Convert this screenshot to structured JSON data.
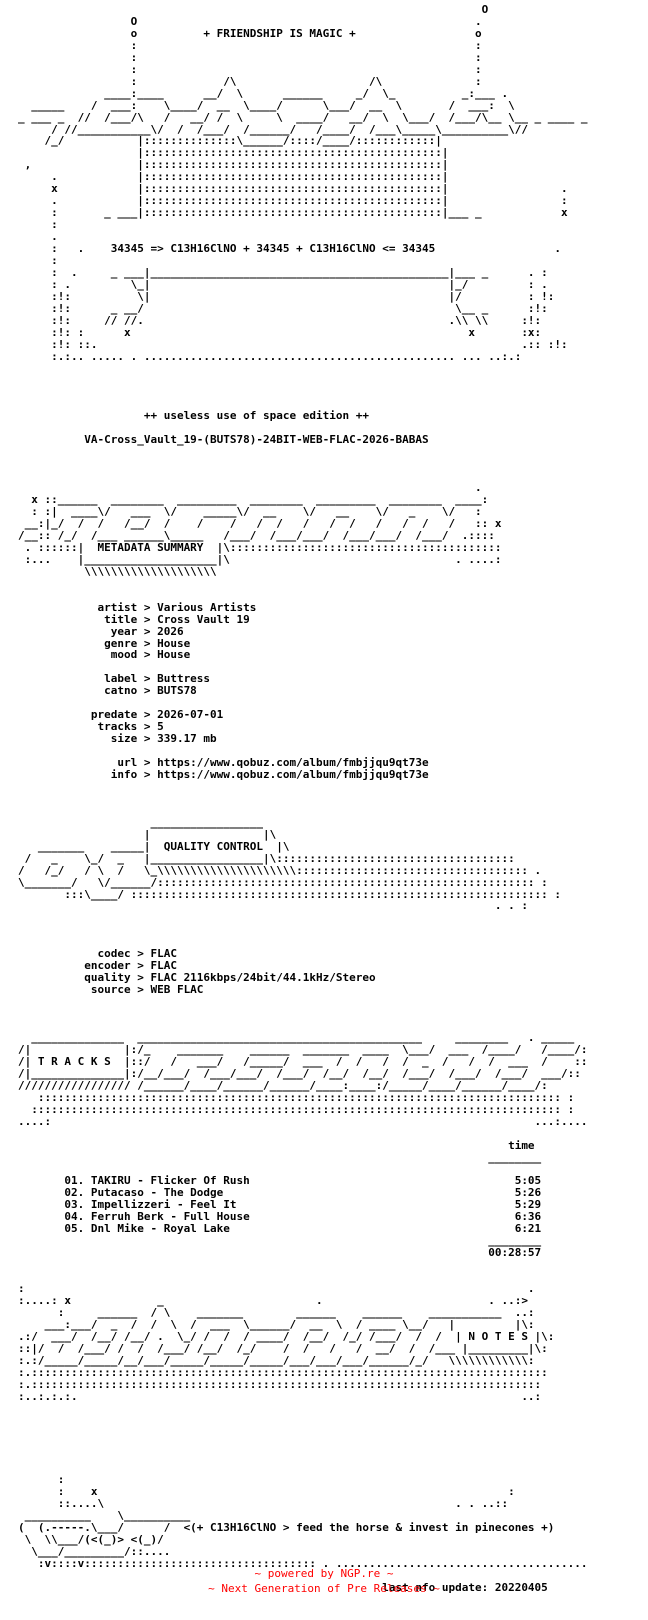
{
  "nfo": {
    "lines": [
      "                                                                      O",
      "                 O                                                   .",
      "                 o          + FRIENDSHIP IS MAGIC +                  o",
      "                 :                                                   :",
      "                 :                                                   :",
      "                 :                                                   :",
      "                 :             /\\                    /\\              :",
      "             ____:____      __/  \\      ______     _/  \\_          _:___ .",
      "  _____    /  ___:    \\____/  __  \\____/      \\___/  __  \\       /  ___:  \\",
      "_ ___ _  //  /___/\\   /   __/ /  \\     \\  ____/   __/  \\  \\___/  /___/\\__ \\__ _ ____ _",
      "     / //___________\\/  /  /___/  /______/   /____/  /___\\_____\\__________\\//        ",
      "    /_/           |::::::::::::::\\______/::::/____/::::::::::::|",
      "                  |:::::::::::::::::::::::::::::::::::::::::::::|",
      " ,                |:::::::::::::::::::::::::::::::::::::::::::::|",
      "     .            |:::::::::::::::::::::::::::::::::::::::::::::|",
      "     x            |:::::::::::::::::::::::::::::::::::::::::::::|                 .",
      "     .            |:::::::::::::::::::::::::::::::::::::::::::::|                 :",
      "     :       _ ___|:::::::::::::::::::::::::::::::::::::::::::::|___ _            x",
      "     :",
      "     .",
      "     :   .    34345 => C13H16ClNO + 34345 + C13H16ClNO <= 34345                  .",
      "     :",
      "     :  .     _ ___|_____________________________________________|___ _      . :",
      "     : .         \\_|                                             |_/         : .",
      "     :!:          \\|                                             |/          : !:",
      "     :!:      _ __/                                               \\__ _      :!: ",
      "     :!:     // //.                                              .\\\\ \\\\     :!:",
      "     :!: :      x                                                   x       :x:",
      "     :!: ::.                                                                .:: :!:",
      "     :.:.. ..... . ............................................... ... ..:.:",
      "",
      "",
      "",
      "",
      "                   ++ useless use of space edition ++",
      "",
      "          VA-Cross_Vault_19-(BUTS78)-24BIT-WEB-FLAC-2026-BABAS",
      "",
      "",
      "",
      "                                                                     .",
      "  x ::______  ________  _________  ________  _________  ________  ____:",
      "  : :|  ____\\/   ___  \\/    _____\\/  __    \\/   __    \\/   _    \\/   :",
      " __:|_/  /  /   /__/  /    /    /   /  /   /   /  /   /   /  /   /   :: x",
      "/__:: /_/  /___ ______\\_____   /___/  /___/___/  /___/___/  /___/  .:::: ",
      " . ::::::|  METADATA SUMMARY  |\\:::::::::::::::::::::::::::::::::::::::::",
      " :...    |____________________|\\                                  . ....:",
      "          \\\\\\\\\\\\\\\\\\\\\\\\\\\\\\\\\\\\\\\\",
      "",
      "",
      "            artist > Various Artists",
      "             title > Cross Vault 19",
      "              year > 2026",
      "             genre > House",
      "              mood > House",
      "",
      "             label > Buttress",
      "             catno > BUTS78",
      "",
      "           predate > 2026-07-01",
      "            tracks > 5",
      "              size > 339.17 mb",
      "",
      "               url > https://www.qobuz.com/album/fmbjjqu9qt73e",
      "              info > https://www.qobuz.com/album/fmbjjqu9qt73e",
      "",
      "",
      "",
      "                    _________________",
      "                   |                 |\\",
      "   _______    _____|  QUALITY CONTROL  |\\",
      " /   _    \\_/  _   |_________________|\\::::::::::::::::::::::::::::::::::::",
      "/   /_/   / \\  /   \\_\\\\\\\\\\\\\\\\\\\\\\\\\\\\\\\\\\\\\\\\\\::::::::::::::::::::::::::::::::::: .",
      "\\_______/   \\/______/::::::::::::::::::::::::::::::::::::::::::::::::::::::::: :",
      "       :::\\____/ ::::::::::::::::::::::::::::::::::::::::::::::::::::::::::::::: :",
      "                                                                        . . :",
      "",
      "",
      "",
      "            codec > FLAC",
      "          encoder > FLAC",
      "          quality > FLAC 2116kbps/24bit/44.1kHz/Stereo",
      "           source > WEB FLAC",
      "",
      "",
      "",
      "  ______________  ___________________________________________     ________   . _____",
      "/|              |:/_    _______    ______  _______  ____  \\___/  ___  /____/   /____/:",
      "/| T R A C K S  |::/   /   ___/   /_____/  ___  /  /   /  /  _  /   /  /  ___  /    ::",
      "/|______________|:/__/___/  /___/___/  /___/  /__/  /__/  /___/  /___/  /___/  ___/::",
      "///////////////// /______/____/______/______/____:____:/_____/____/______/____/:",
      "   ::::::::::::::::::::::::::::::::::::::::::::::::::::::::::::::::::::::::::::::: :",
      "  :::::::::::::::::::::::::::::::::::::::::::::::::::::::::::::::::::::::::::::::: :",
      "....:                                                                         ...:....",
      "",
      "                                                                          time",
      "                                                                       ________",
      "",
      "       01. TAKIRU - Flicker Of Rush                                        5:05",
      "       02. Putacaso - The Dodge                                            5:26",
      "       03. Impellizzeri - Feel It                                          5:29",
      "       04. Ferruh Berk - Full House                                        6:36",
      "       05. Dnl Mike - Royal Lake                                           6:21",
      "                                                                       ________",
      "                                                                       00:28:57",
      "",
      "",
      ":                                                                            .",
      ":....: x             _                       .                         . ..:>",
      "      :     ______  / \\    _______        ______    ______    ___________  ..:",
      "    ___:___/  _  /  /  \\  /  ___  \\______/  __  \\  / ____ \\__/   |         |\\:",
      ".:/  ___/  /__/ /__/ .  \\_/ /  /  / ____/  /__/  /_/ /___/  /  /  | N O T E S |\\:",
      "::|/  /  /___/ /  /  /___/ /__/  /_/    /  /   /   /  __/  /  /___ |_________|\\:",
      ":.:/_____/_____/__/___/_____/_____/_____/___/___/___/______/_/   \\\\\\\\\\\\\\\\\\\\\\\\:",
      ":.::::::::::::::::::::::::::::::::::::::::::::::::::::::::::::::::::::::::::::::",
      ":.:::::::::::::::::::::::::::::::::::::::::::::::::::::::::::::::::::::::::::::",
      ":..:.:.:.                                                                   ..:",
      "",
      "",
      "",
      "",
      "",
      "",
      "      :",
      "      :    x                                                              :",
      "      ::....\\                                                     . . ..::",
      " __________    \\__________",
      "(  (.-----.\\___/      /  <(+ C13H16ClNO > feed the horse & invest in pinecones +)",
      " \\  \\\\___/(<(_)> <(_)/",
      "  \\___/_________/::....",
      "   :v::::v::::::::::::::::::::::::::::::::::: . ......................................",
      "",
      "                                                       last nfo update: 20220405"
    ]
  },
  "footer": {
    "line1": "~ powered by NGP.re ~",
    "line2": "~ Next Generation of Pre Releases ~"
  }
}
